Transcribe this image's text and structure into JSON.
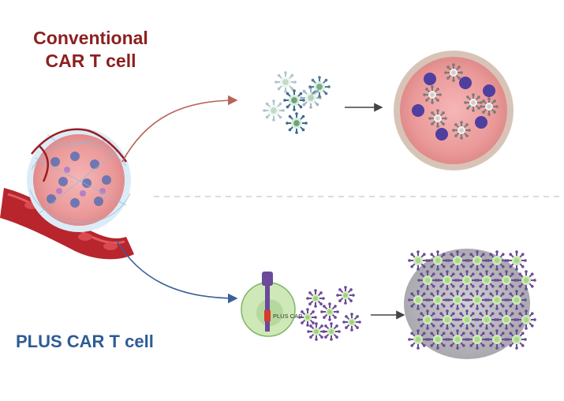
{
  "labels": {
    "conventional_line1": "Conventional",
    "conventional_line2": "CAR T cell",
    "plus": "PLUS CAR T cell",
    "plus_car_tag": "PLUS CAR"
  },
  "colors": {
    "conventional": "#8c1f1f",
    "plus": "#2f5b96",
    "arrow_top": "#b5655a",
    "arrow_bottom": "#3b5f97",
    "tcell_green": "#cfe8b8",
    "tumor_pink": "#f2a6a6",
    "killed_tumor_gray": "#b9b9bd",
    "purple": "#6b4a9a"
  },
  "icons": {
    "tumor": "tumor-icon",
    "blood_vessel": "blood-vessel-icon",
    "tcell": "t-cell-icon",
    "car_receptor": "car-receptor-icon"
  }
}
